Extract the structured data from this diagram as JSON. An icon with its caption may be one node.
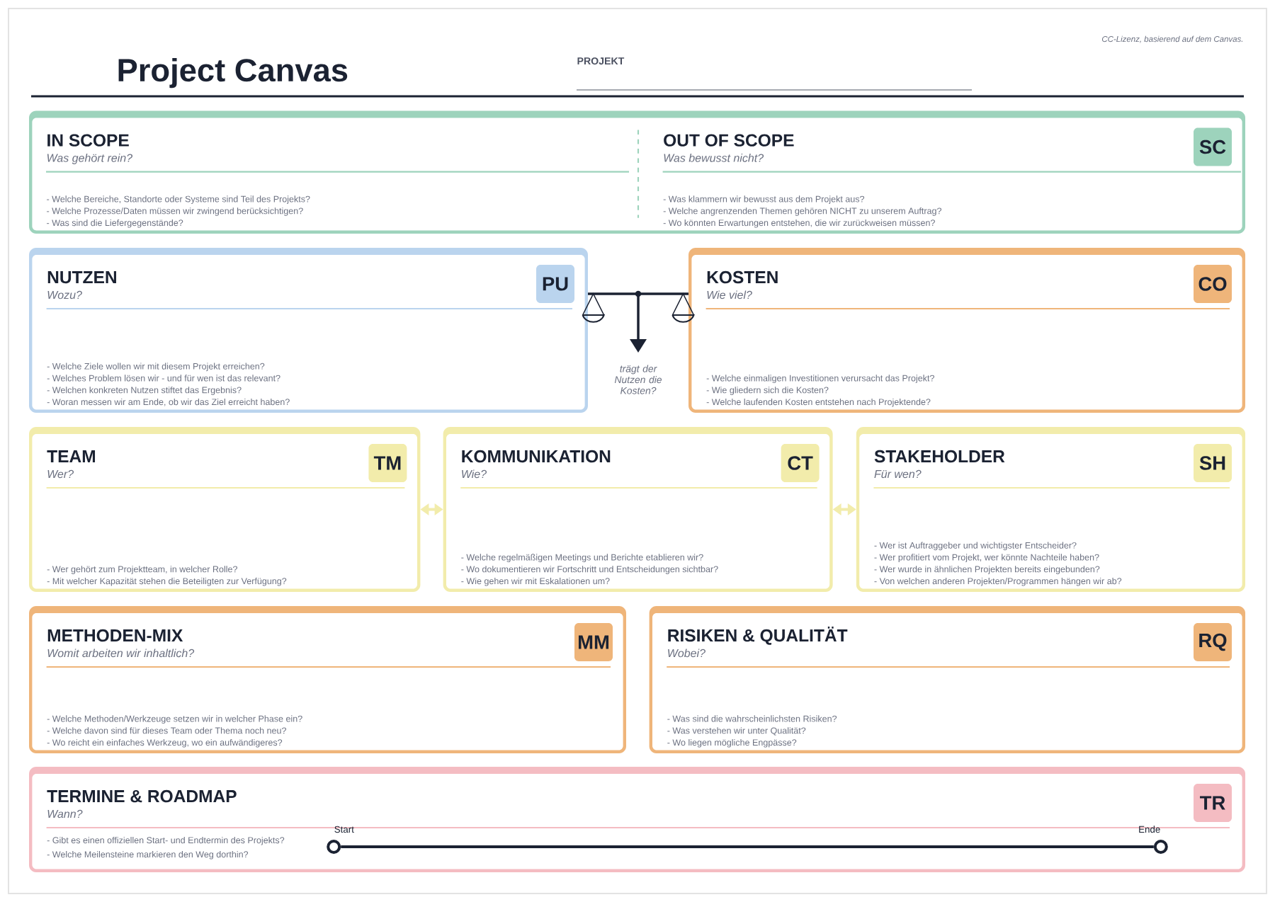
{
  "diagram": {
    "title": "Project Canvas",
    "nodes": [
      {
        "text": [
          "IN SCOPE",
          "Was gehört rein?",
          "- Welche Bereiche, Standorte oder Systeme sind Teil des Projekts?",
          "- Welche Prozesse/Daten müssen wir zwingend berücksichtigen?",
          "- Was sind die Liefergegenstände?",
          "OUT OF SCOPE",
          "Was bewusst nicht?",
          "- Was klammern wir bewusst aus dem Projekt aus?",
          "- Welche angrenzenden Themen gehören NICHT zu unserem Auftrag?",
          "- Wo könnten Erwartungen entstehen, die wir zurückweisen müssen?"
        ]
      },
      {
        "text": [
          "SC"
        ],
        "in": 0
      },
      {
        "text": [
          "NUTZEN",
          "Wozu?",
          "- Welche Ziele wollen wir mit diesem Projekt erreichen?",
          "- Welches Problem lösen wir - und für wen ist das relevant?",
          "- Welchen konkreten Nutzen stiftet das Ergebnis?",
          "- Woran messen wir am Ende, ob wir das Ziel erreicht haben?"
        ]
      },
      {
        "text": [
          "PU"
        ],
        "in": 2
      },
      {
        "text": [
          "KOSTEN",
          "Wie viel?",
          "- Welche einmaligen Investitionen verursacht das Projekt?",
          "- Wie gliedern sich die Kosten?",
          "- Welche laufenden Kosten entstehen nach Projektende?"
        ]
      },
      {
        "text": [
          "CO"
        ],
        "in": 4
      },
      {
        "text": [
          "TEAM",
          "Wer?",
          "- Wer gehört zum Projektteam, in welcher Rolle?",
          "- Mit welcher Kapazität stehen die Beteiligten zur Verfügung?"
        ]
      },
      {
        "text": [
          "TM"
        ],
        "in": 6
      },
      {
        "text": [
          "KOMMUNIKATION",
          "Wie?",
          "- Welche regelmäßigen Meetings und Berichte etablieren wir?",
          "- Wo dokumentieren wir Fortschritt und Entscheidungen sichtbar?",
          "- Wie gehen wir mit Eskalationen um?"
        ]
      },
      {
        "text": [
          "CT"
        ],
        "in": 8
      },
      {
        "text": [
          "STAKEHOLDER",
          "Für wen?",
          "- Wer ist Auftraggeber und wichtigster Entscheider?",
          "- Wer profitiert vom Projekt, wer könnte Nachteile haben?",
          "- Wer wurde in ähnlichen Projekten bereits eingebunden?",
          "- Von welchen anderen Projekten/Programmen hängen wir ab?"
        ]
      },
      {
        "text": [
          "SH"
        ],
        "in": 10
      },
      {
        "text": [
          "METHODEN-MIX",
          "Womit arbeiten wir inhaltlich?",
          "- Welche Methoden/Werkzeuge setzen wir in welcher Phase ein?",
          "- Welche davon sind für dieses Team oder Thema noch neu?",
          "- Wo reicht ein einfaches Werkzeug, wo ein aufwändigeres?"
        ]
      },
      {
        "text": [
          "MM"
        ],
        "in": 12
      },
      {
        "text": [
          "RISIKEN & QUALITÄT",
          "Wobei?",
          "- Was sind die wahrscheinlichsten Risiken?",
          "- Was verstehen wir unter Qualität?",
          "- Wo liegen mögliche Engpässe?"
        ]
      },
      {
        "text": [
          "RQ"
        ],
        "in": 14
      },
      {
        "text": [
          "TERMINE & ROADMAP",
          "Wann?",
          "- Gibt es einen offiziellen Start- und Endtermin des Projekts?",
          "- Welche Meilensteine markieren den Weg dorthin?"
        ]
      },
      {
        "text": [
          "TR"
        ],
        "in": 16
      },
      {
        "text": [],
        "shape": "circle",
        "in": 16,
        "beside": [
          "Start"
        ]
      },
      {
        "text": [],
        "shape": "circle",
        "in": 16,
        "beside": [
          "Ende"
        ]
      }
    ],
    "edges": [
      {
        "from": 2,
        "to": 4,
        "arrow": "other"
      },
      {
        "from": 6,
        "to": 8,
        "arrow": "both",
        "color": "#f2ecab"
      },
      {
        "from": 8,
        "to": 10,
        "arrow": "both",
        "color": "#f2ecab"
      },
      {
        "from": 18,
        "to": 19,
        "arrow": "none"
      }
    ],
    "labels": [
      "CC-Lizenz, basierend auf dem Canvas.",
      "PROJEKT",
      "trägt der Nutzen die Kosten?"
    ]
  }
}
